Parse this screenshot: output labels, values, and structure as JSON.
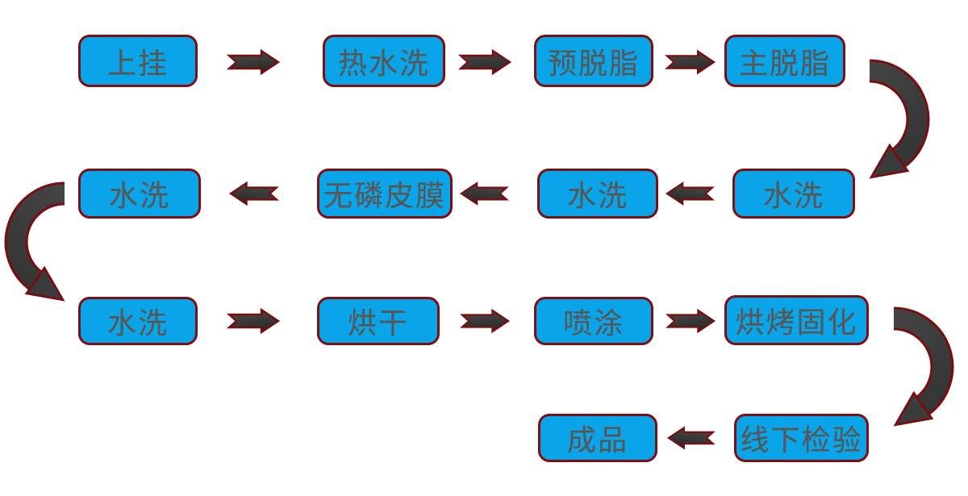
{
  "diagram": {
    "type": "flowchart",
    "title": "",
    "nodes": [
      {
        "id": "b1",
        "label": "上挂"
      },
      {
        "id": "b2",
        "label": "热水洗"
      },
      {
        "id": "b3",
        "label": "预脱脂"
      },
      {
        "id": "b4",
        "label": "主脱脂"
      },
      {
        "id": "b5",
        "label": "水洗"
      },
      {
        "id": "b6",
        "label": "无磷皮膜"
      },
      {
        "id": "b7",
        "label": "水洗"
      },
      {
        "id": "b8",
        "label": "水洗"
      },
      {
        "id": "b9",
        "label": "水洗"
      },
      {
        "id": "b10",
        "label": "烘干"
      },
      {
        "id": "b11",
        "label": "喷涂"
      },
      {
        "id": "b12",
        "label": "烘烤固化"
      },
      {
        "id": "b13",
        "label": "成品"
      },
      {
        "id": "b14",
        "label": "线下检验"
      }
    ],
    "edges": [
      {
        "from": "上挂",
        "to": "热水洗",
        "style": "block-arrow-right"
      },
      {
        "from": "热水洗",
        "to": "预脱脂",
        "style": "block-arrow-right"
      },
      {
        "from": "预脱脂",
        "to": "主脱脂",
        "style": "block-arrow-right"
      },
      {
        "from": "主脱脂",
        "to": "水洗",
        "style": "curved-arrow-down"
      },
      {
        "from": "水洗",
        "to": "水洗",
        "style": "block-arrow-left"
      },
      {
        "from": "水洗",
        "to": "无磷皮膜",
        "style": "block-arrow-left"
      },
      {
        "from": "无磷皮膜",
        "to": "水洗",
        "style": "block-arrow-left"
      },
      {
        "from": "水洗",
        "to": "水洗",
        "style": "curved-arrow-down"
      },
      {
        "from": "水洗",
        "to": "烘干",
        "style": "block-arrow-right"
      },
      {
        "from": "烘干",
        "to": "喷涂",
        "style": "block-arrow-right"
      },
      {
        "from": "喷涂",
        "to": "烘烤固化",
        "style": "block-arrow-right"
      },
      {
        "from": "烘烤固化",
        "to": "线下检验",
        "style": "curved-arrow-down"
      },
      {
        "from": "线下检验",
        "to": "成品",
        "style": "block-arrow-left"
      }
    ],
    "colors": {
      "node_fill": "#0aa5e8",
      "node_border": "#7e0e10",
      "node_text": "#575757",
      "arrow_fill_light": "#4d4d4d",
      "arrow_fill_dark": "#2b2b2b",
      "arrow_outline": "#7a0d0f",
      "background": "#ffffff"
    }
  }
}
